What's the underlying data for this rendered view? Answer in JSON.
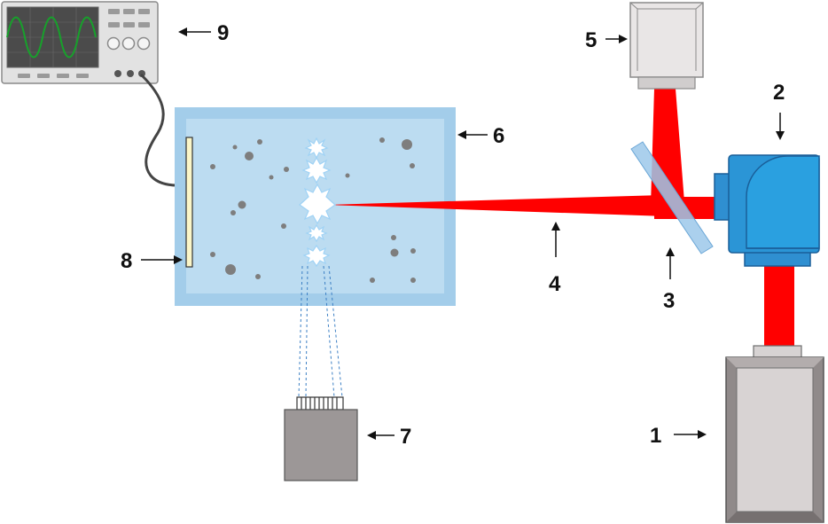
{
  "labels": {
    "l1": "1",
    "l2": "2",
    "l3": "3",
    "l4": "4",
    "l5": "5",
    "l6": "6",
    "l7": "7",
    "l8": "8",
    "l9": "9"
  },
  "colors": {
    "beam": "#ff0000",
    "tank_outer": "#9ecae9",
    "tank_inner": "#b7d8f0",
    "scan_head": "#2b95d6",
    "camera_body": "#9b9595",
    "laser_body": "#d8d3d3",
    "oscilloscope_body": "#dcdcdc",
    "oscilloscope_screen": "#4a4a4a",
    "signal": "#1a9c2a",
    "mirror": "#8fc0e6"
  }
}
